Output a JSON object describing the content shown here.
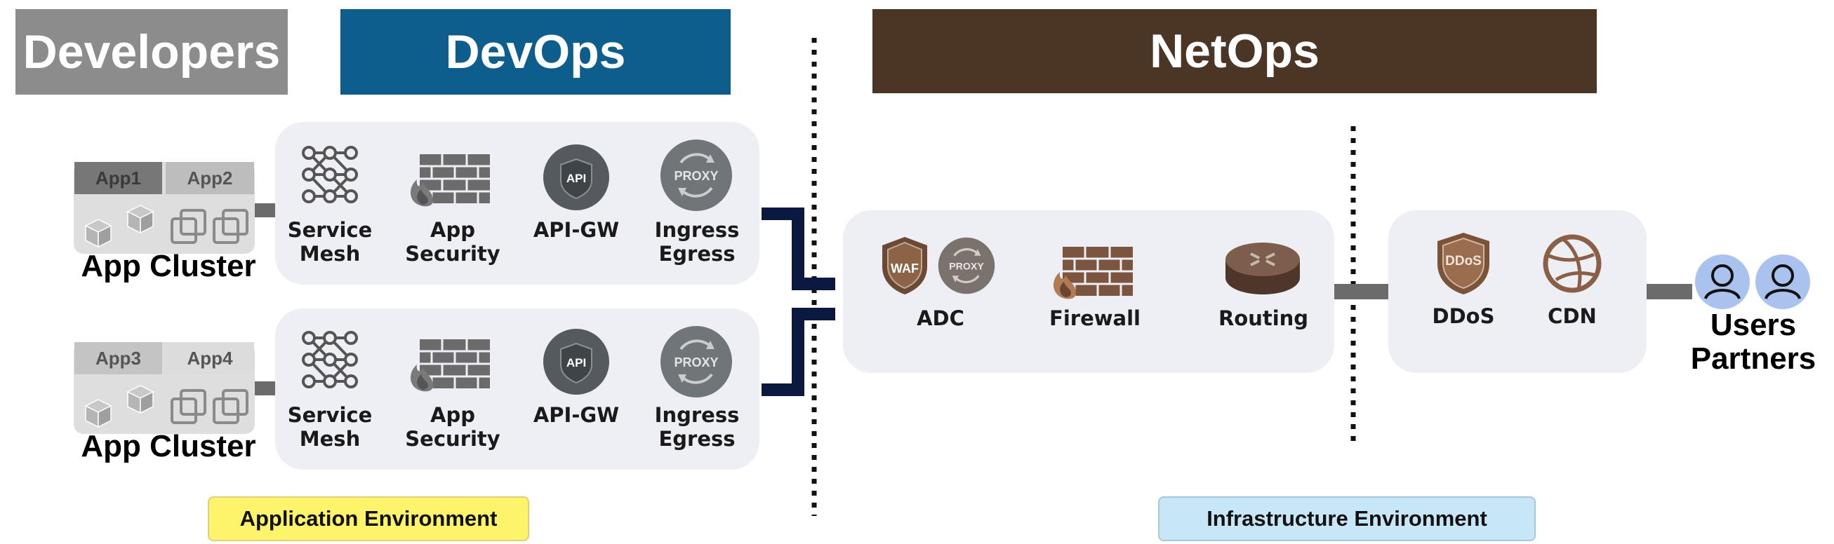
{
  "banners": {
    "developers": "Developers",
    "devops": "DevOps",
    "netops": "NetOps"
  },
  "clusters": [
    {
      "apps": [
        "App1",
        "App2"
      ],
      "label": "App Cluster"
    },
    {
      "apps": [
        "App3",
        "App4"
      ],
      "label": "App Cluster"
    }
  ],
  "devops_rows": [
    {
      "items": [
        "Service\nMesh",
        "App\nSecurity",
        "API-GW",
        "Ingress\nEgress"
      ]
    },
    {
      "items": [
        "Service\nMesh",
        "App\nSecurity",
        "API-GW",
        "Ingress\nEgress"
      ]
    }
  ],
  "icon_text": {
    "api": "API",
    "proxy": "PROXY",
    "waf": "WAF",
    "ddos": "DDoS"
  },
  "netops": {
    "adc": "ADC",
    "firewall": "Firewall",
    "routing": "Routing",
    "ddos": "DDoS",
    "cdn": "CDN"
  },
  "users": "Users\nPartners",
  "environments": {
    "application": "Application Environment",
    "infrastructure": "Infrastructure Environment"
  },
  "colors": {
    "developers": "#8c8c8c",
    "devops": "#0d5e8c",
    "netops": "#4b3524",
    "panel": "#eeeff5",
    "app_env": "#fdf46b",
    "infra_env": "#c7e6f6",
    "navy_connector": "#0b1840",
    "grey_connector": "#6b6b6b",
    "user_icon": "#a9c2ee"
  }
}
